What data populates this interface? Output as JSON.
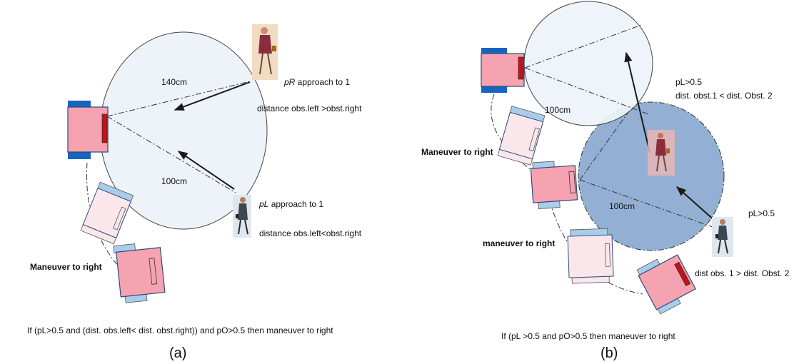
{
  "panel_a": {
    "caption": "(a)",
    "radius_long": "140cm",
    "radius_short": "100cm",
    "pr_label_var": "pR",
    "pr_label_rest": " approach to 1",
    "pr_condition": "distance obs.left >obst.right",
    "pl_label_var": "pL",
    "pl_label_rest": " approach to 1",
    "pl_condition": "distance obs.left<obst.right",
    "maneuver": "Maneuver to right",
    "rule": "If (pL>0.5 and (dist. obs.left< dist. obst.right)) and  pO>0.5 then maneuver to right"
  },
  "panel_b": {
    "caption": "(b)",
    "radius_upper": "100cm",
    "radius_lower": "100cm",
    "pl_upper": "pL>0.5",
    "cond_upper": "dist. obst.1 < dist. Obst. 2",
    "maneuver_upper": "Maneuver to right",
    "maneuver_lower": "maneuver to right",
    "pl_lower": "pL>0.5",
    "cond_lower": "dist obs. 1 > dist. Obst. 2",
    "rule": "If (pL >0.5 and  pO>0.5 then maneuver to right"
  },
  "colors": {
    "robot_body": "#f5a3b1",
    "robot_ghost": "#fbe6ec",
    "robot_wheel": "#1565c0",
    "robot_ghost_wheel": "#a9cde9",
    "robot_sensor": "#c0141c",
    "zone_light": "#edf3f8",
    "zone_dark": "#93afd3"
  }
}
